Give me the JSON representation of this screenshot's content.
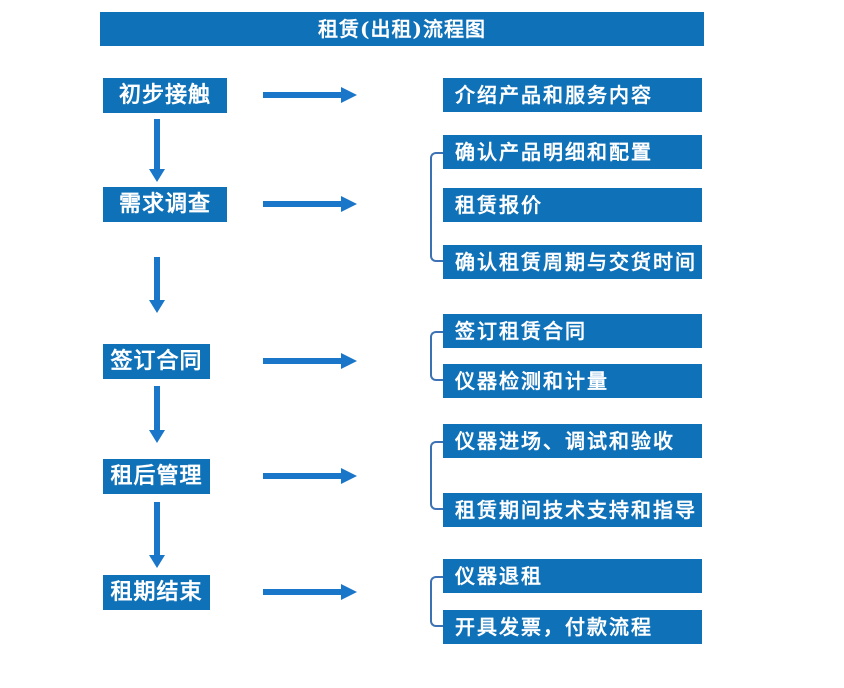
{
  "title": "租赁(出租)流程图",
  "colors": {
    "primary_blue": "#0F71B8",
    "arrow_blue": "#1976C8",
    "bracket_blue": "#3C72B4",
    "text_white": "#FFFFFF"
  },
  "flow": {
    "stages": [
      {
        "label": "初步接触",
        "details": [
          "介绍产品和服务内容"
        ]
      },
      {
        "label": "需求调查",
        "details": [
          "确认产品明细和配置",
          "租赁报价",
          "确认租赁周期与交货时间"
        ]
      },
      {
        "label": "签订合同",
        "details": [
          "签订租赁合同",
          "仪器检测和计量"
        ]
      },
      {
        "label": "租后管理",
        "details": [
          "仪器进场、调试和验收",
          "租赁期间技术支持和指导"
        ]
      },
      {
        "label": "租期结束",
        "details": [
          "仪器退租",
          "开具发票，付款流程"
        ]
      }
    ]
  }
}
